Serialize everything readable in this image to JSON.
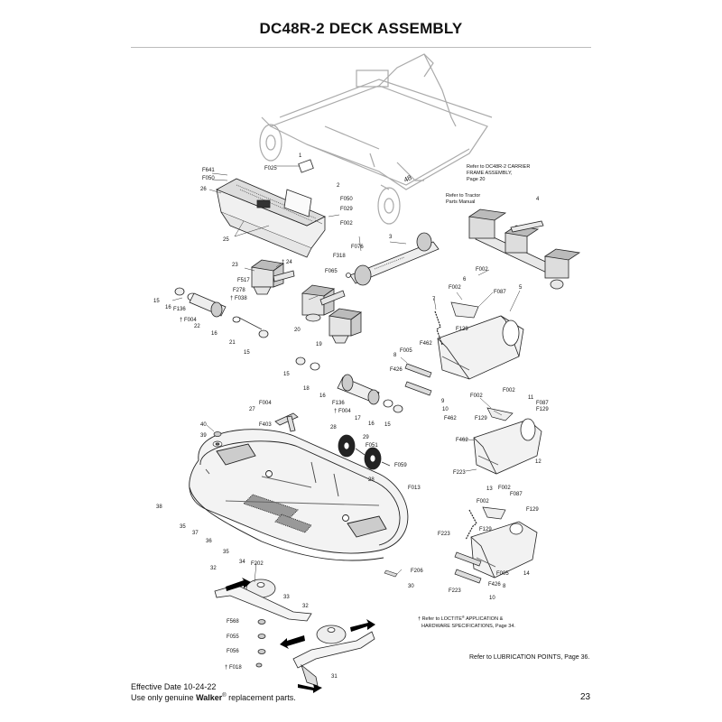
{
  "page": {
    "title": "DC48R-2 DECK ASSEMBLY",
    "effective_date": "Effective Date 10-24-22",
    "genuine_prefix": "Use only genuine ",
    "genuine_brand": "Walker",
    "genuine_reg": "®",
    "genuine_suffix": " replacement parts.",
    "page_number": "23"
  },
  "notes": {
    "carrier_1": "Refer to DC48R-2 CARRIER",
    "carrier_2": "FRAME ASSEMBLY,",
    "carrier_3": "Page 20",
    "tractor_1": "Refer to Tractor",
    "tractor_2": "Parts Manual",
    "loctite_1": "† Refer to LOCTITE",
    "loctite_reg": "®",
    "loctite_2": " APPLICATION &",
    "loctite_3": "HARDWARE SPECIFICATIONS, Page 34.",
    "lubrication": "Refer to LUBRICATION POINTS, Page 36.",
    "frame_badge": "48"
  },
  "callouts": [
    {
      "id": "F641",
      "text": "F641"
    },
    {
      "id": "F050a",
      "text": "F050"
    },
    {
      "id": "26",
      "text": "26"
    },
    {
      "id": "F025",
      "text": "F025"
    },
    {
      "id": "1",
      "text": "1"
    },
    {
      "id": "2",
      "text": "2"
    },
    {
      "id": "F050b",
      "text": "F050"
    },
    {
      "id": "F029",
      "text": "F029"
    },
    {
      "id": "F002a",
      "text": "F002"
    },
    {
      "id": "25",
      "text": "25"
    },
    {
      "id": "F318",
      "text": "F318"
    },
    {
      "id": "F076",
      "text": "F076"
    },
    {
      "id": "3",
      "text": "3"
    },
    {
      "id": "4",
      "text": "4"
    },
    {
      "id": "F065",
      "text": "F065"
    },
    {
      "id": "23",
      "text": "23"
    },
    {
      "id": "24",
      "text": "† 24"
    },
    {
      "id": "F517",
      "text": "F517"
    },
    {
      "id": "F278",
      "text": "F278"
    },
    {
      "id": "F038",
      "text": "† F038"
    },
    {
      "id": "15a",
      "text": "15"
    },
    {
      "id": "16a",
      "text": "16"
    },
    {
      "id": "F136a",
      "text": "F136"
    },
    {
      "id": "22",
      "text": "22"
    },
    {
      "id": "F004a",
      "text": "† F004"
    },
    {
      "id": "16b",
      "text": "16"
    },
    {
      "id": "21",
      "text": "21"
    },
    {
      "id": "15b",
      "text": "15"
    },
    {
      "id": "20",
      "text": "20"
    },
    {
      "id": "19",
      "text": "19"
    },
    {
      "id": "F002b",
      "text": "F002"
    },
    {
      "id": "6",
      "text": "6"
    },
    {
      "id": "F002c",
      "text": "F002"
    },
    {
      "id": "F087a",
      "text": "F087"
    },
    {
      "id": "5",
      "text": "5"
    },
    {
      "id": "7",
      "text": "7"
    },
    {
      "id": "F129a",
      "text": "F129"
    },
    {
      "id": "8a",
      "text": "8"
    },
    {
      "id": "F005a",
      "text": "F005"
    },
    {
      "id": "F462a",
      "text": "F462"
    },
    {
      "id": "F426a",
      "text": "F426"
    },
    {
      "id": "15c",
      "text": "15"
    },
    {
      "id": "18",
      "text": "18"
    },
    {
      "id": "16c",
      "text": "16"
    },
    {
      "id": "F136b",
      "text": "F136"
    },
    {
      "id": "F004b",
      "text": "† F004"
    },
    {
      "id": "17",
      "text": "17"
    },
    {
      "id": "16d",
      "text": "16"
    },
    {
      "id": "15d",
      "text": "15"
    },
    {
      "id": "9",
      "text": "9"
    },
    {
      "id": "10",
      "text": "10"
    },
    {
      "id": "F462b",
      "text": "F462"
    },
    {
      "id": "F002d",
      "text": "F002"
    },
    {
      "id": "F002e",
      "text": "F002"
    },
    {
      "id": "11",
      "text": "11"
    },
    {
      "id": "F087b",
      "text": "F087"
    },
    {
      "id": "F129b",
      "text": "F129"
    },
    {
      "id": "F129c",
      "text": "F129"
    },
    {
      "id": "F462c",
      "text": "F462"
    },
    {
      "id": "12",
      "text": "12"
    },
    {
      "id": "F223a",
      "text": "F223"
    },
    {
      "id": "F004c",
      "text": "F004"
    },
    {
      "id": "27",
      "text": "27"
    },
    {
      "id": "F403",
      "text": "F403"
    },
    {
      "id": "40",
      "text": "40"
    },
    {
      "id": "39",
      "text": "39"
    },
    {
      "id": "28a",
      "text": "28"
    },
    {
      "id": "29",
      "text": "29"
    },
    {
      "id": "F051",
      "text": "F051"
    },
    {
      "id": "F059",
      "text": "F059"
    },
    {
      "id": "28b",
      "text": "28"
    },
    {
      "id": "F013",
      "text": "F013"
    },
    {
      "id": "38",
      "text": "38"
    },
    {
      "id": "35a",
      "text": "35"
    },
    {
      "id": "37",
      "text": "37"
    },
    {
      "id": "36",
      "text": "36"
    },
    {
      "id": "35b",
      "text": "35"
    },
    {
      "id": "34",
      "text": "34"
    },
    {
      "id": "13",
      "text": "13"
    },
    {
      "id": "F002f",
      "text": "F002"
    },
    {
      "id": "F087c",
      "text": "F087"
    },
    {
      "id": "F002g",
      "text": "F002"
    },
    {
      "id": "F129d",
      "text": "F129"
    },
    {
      "id": "F129e",
      "text": "F129"
    },
    {
      "id": "F223b",
      "text": "F223"
    },
    {
      "id": "F005b",
      "text": "F005"
    },
    {
      "id": "14",
      "text": "14"
    },
    {
      "id": "F426b",
      "text": "F426"
    },
    {
      "id": "8b",
      "text": "8"
    },
    {
      "id": "F223c",
      "text": "F223"
    },
    {
      "id": "10b",
      "text": "10"
    },
    {
      "id": "F202",
      "text": "F202"
    },
    {
      "id": "32a",
      "text": "32"
    },
    {
      "id": "33",
      "text": "33"
    },
    {
      "id": "F206",
      "text": "F206"
    },
    {
      "id": "30",
      "text": "30"
    },
    {
      "id": "F568",
      "text": "F568"
    },
    {
      "id": "F055",
      "text": "F055"
    },
    {
      "id": "F056",
      "text": "F056"
    },
    {
      "id": "F018",
      "text": "† F018"
    },
    {
      "id": "32b",
      "text": "32"
    },
    {
      "id": "31",
      "text": "31"
    }
  ]
}
